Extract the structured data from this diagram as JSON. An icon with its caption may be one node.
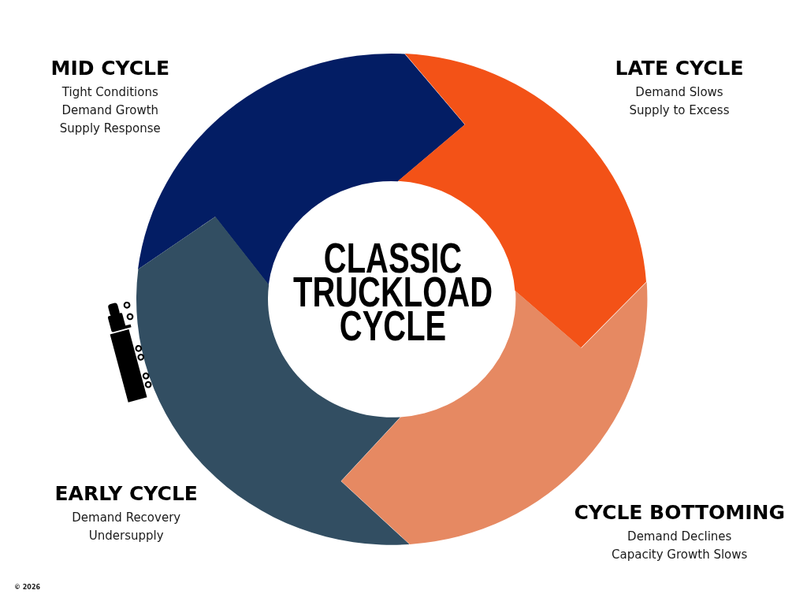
{
  "diagram": {
    "title": "CLASSIC TRUCKLOAD CYCLE",
    "nodes": [
      {
        "text": [
          "MID CYCLE",
          "Tight Conditions",
          "Demand Growth",
          "Supply Response"
        ]
      },
      {
        "text": [
          "LATE CYCLE",
          "Demand Slows",
          "Supply to Excess"
        ]
      },
      {
        "text": [
          "EARLY CYCLE",
          "Demand Recovery",
          "Undersupply"
        ]
      },
      {
        "text": [
          "CYCLE BOTTOMING",
          "Demand Declines",
          "Capacity Growth Slows"
        ]
      }
    ],
    "labels": [
      "© 2026"
    ]
  }
}
